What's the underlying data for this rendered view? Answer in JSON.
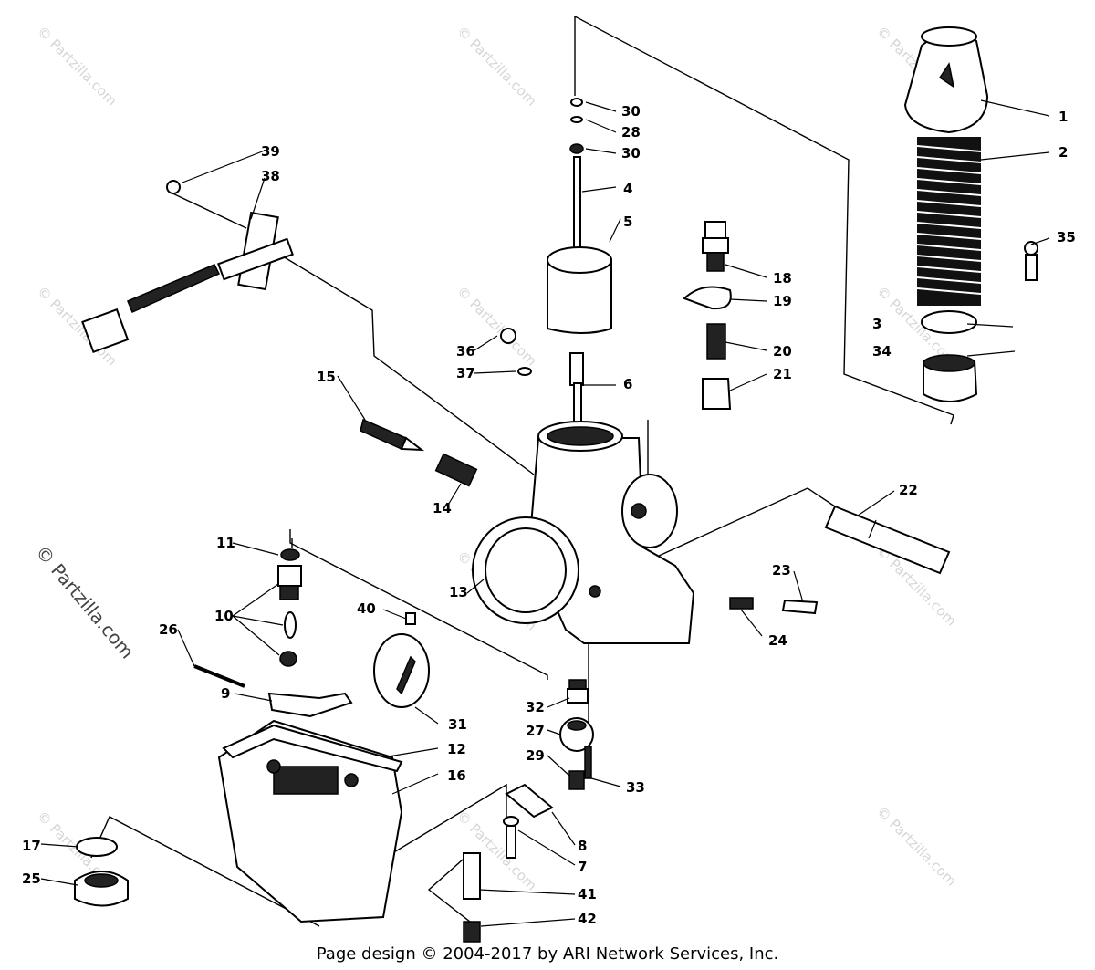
{
  "footer": "Page design © 2004-2017 by ARI Network Services, Inc.",
  "watermark": "© Partzilla.com",
  "callouts": [
    "1",
    "2",
    "3",
    "4",
    "5",
    "6",
    "7",
    "8",
    "9",
    "10",
    "11",
    "12",
    "13",
    "14",
    "15",
    "16",
    "17",
    "18",
    "19",
    "20",
    "21",
    "22",
    "23",
    "24",
    "25",
    "26",
    "27",
    "28",
    "29",
    "30",
    "30",
    "31",
    "32",
    "33",
    "34",
    "35",
    "36",
    "37",
    "38",
    "39",
    "40",
    "41",
    "42"
  ]
}
